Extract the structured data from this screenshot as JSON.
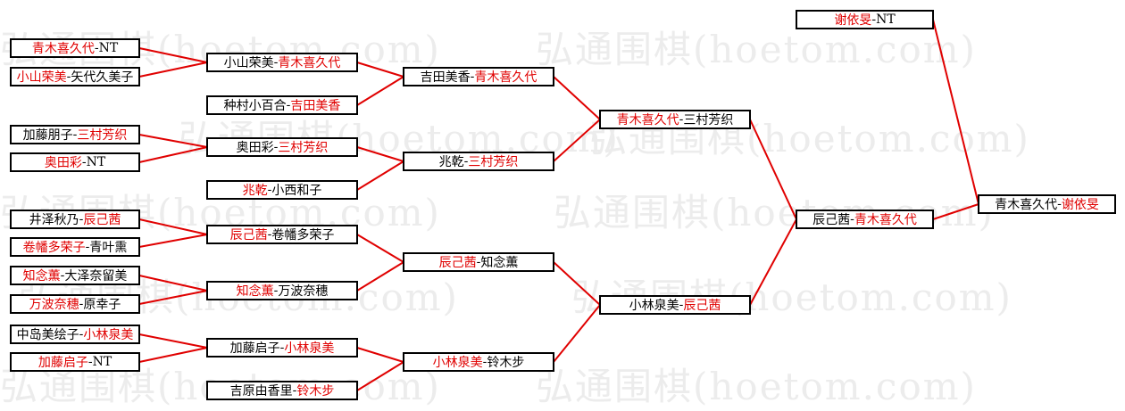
{
  "watermark": "弘通围棋(hoetom.com)",
  "separator": "-",
  "matches": [
    {
      "id": "r1m1",
      "a": "青木喜久代",
      "b": "NT",
      "winner": "a"
    },
    {
      "id": "r1m2",
      "a": "小山荣美",
      "b": "矢代久美子",
      "winner": "a"
    },
    {
      "id": "r1m3",
      "a": "加藤朋子",
      "b": "三村芳织",
      "winner": "b"
    },
    {
      "id": "r1m4",
      "a": "奥田彩",
      "b": "NT",
      "winner": "a"
    },
    {
      "id": "r1m5",
      "a": "井泽秋乃",
      "b": "辰己茜",
      "winner": "b"
    },
    {
      "id": "r1m6",
      "a": "卷幡多荣子",
      "b": "青叶熏",
      "winner": "a"
    },
    {
      "id": "r1m7",
      "a": "知念薫",
      "b": "大泽奈留美",
      "winner": "a"
    },
    {
      "id": "r1m8",
      "a": "万波奈穗",
      "b": "原幸子",
      "winner": "a"
    },
    {
      "id": "r1m9",
      "a": "中岛美绘子",
      "b": "小林泉美",
      "winner": "b"
    },
    {
      "id": "r1m10",
      "a": "加藤启子",
      "b": "NT",
      "winner": "a"
    },
    {
      "id": "r2m1",
      "a": "小山荣美",
      "b": "青木喜久代",
      "winner": "b"
    },
    {
      "id": "r2m2",
      "a": "种村小百合",
      "b": "吉田美香",
      "winner": "b"
    },
    {
      "id": "r2m3",
      "a": "奥田彩",
      "b": "三村芳织",
      "winner": "b"
    },
    {
      "id": "r2m4",
      "a": "兆乾",
      "b": "小西和子",
      "winner": "a"
    },
    {
      "id": "r2m5",
      "a": "辰己茜",
      "b": "卷幡多荣子",
      "winner": "a"
    },
    {
      "id": "r2m6",
      "a": "知念薫",
      "b": "万波奈穗",
      "winner": "a"
    },
    {
      "id": "r2m7",
      "a": "加藤启子",
      "b": "小林泉美",
      "winner": "b"
    },
    {
      "id": "r2m8",
      "a": "吉原由香里",
      "b": "铃木步",
      "winner": "b"
    },
    {
      "id": "r3m1",
      "a": "吉田美香",
      "b": "青木喜久代",
      "winner": "b"
    },
    {
      "id": "r3m2",
      "a": "兆乾",
      "b": "三村芳织",
      "winner": "b"
    },
    {
      "id": "r3m3",
      "a": "辰己茜",
      "b": "知念薫",
      "winner": "a"
    },
    {
      "id": "r3m4",
      "a": "小林泉美",
      "b": "铃木步",
      "winner": "a"
    },
    {
      "id": "r4m1",
      "a": "青木喜久代",
      "b": "三村芳织",
      "winner": "a"
    },
    {
      "id": "r4m2",
      "a": "小林泉美",
      "b": "辰己茜",
      "winner": "b"
    },
    {
      "id": "r5m1",
      "a": "辰己茜",
      "b": "青木喜久代",
      "winner": "b"
    },
    {
      "id": "seed1",
      "a": "谢依旻",
      "b": "NT",
      "winner": "a"
    },
    {
      "id": "final",
      "a": "青木喜久代",
      "b": "谢依旻",
      "winner": "b"
    }
  ],
  "colors": {
    "winner": "#e00000",
    "loser": "#000000",
    "line": "#e00000",
    "border": "#000000",
    "watermark": "#ececec"
  }
}
